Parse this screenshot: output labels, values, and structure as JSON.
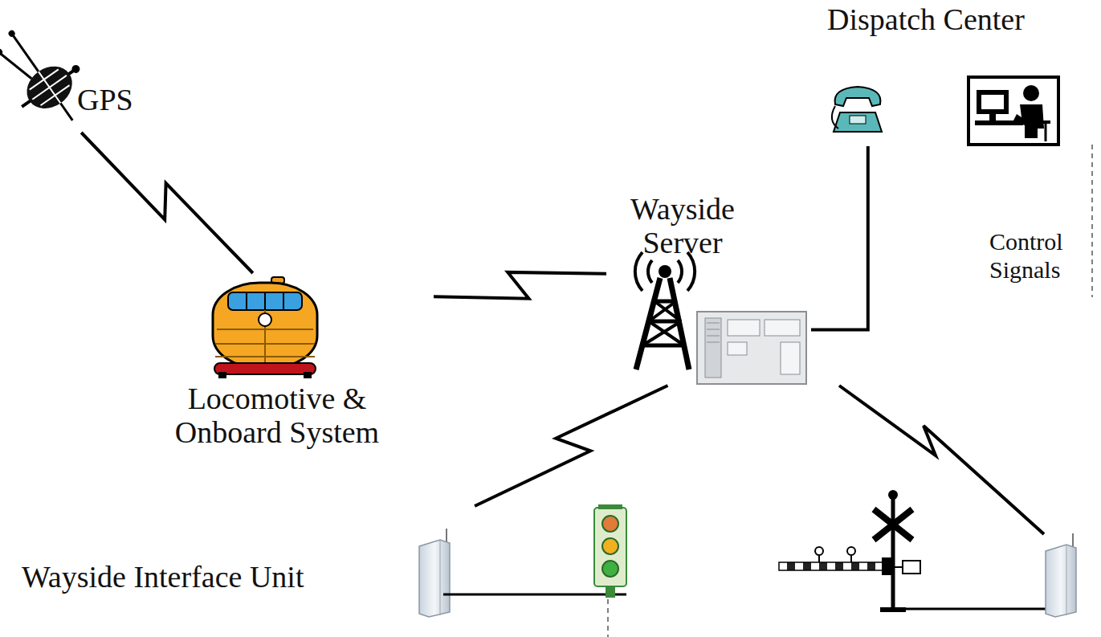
{
  "diagram": {
    "nodes": [
      {
        "text": [
          "GPS"
        ]
      },
      {
        "text": [
          "Locomotive & Onboard System"
        ]
      },
      {
        "text": [
          "Wayside Server"
        ]
      },
      {
        "text": [
          "Dispatch Center"
        ]
      },
      {
        "text": [
          "Wayside Interface Unit"
        ]
      }
    ],
    "edges": [
      {
        "from": 0,
        "to": 1,
        "arrow": "none"
      },
      {
        "from": 1,
        "to": 2,
        "arrow": "none"
      },
      {
        "from": 2,
        "to": 3,
        "arrow": "none"
      },
      {
        "from": 2,
        "to": 4,
        "arrow": "none"
      }
    ],
    "labels": [
      "Control Signals"
    ]
  }
}
